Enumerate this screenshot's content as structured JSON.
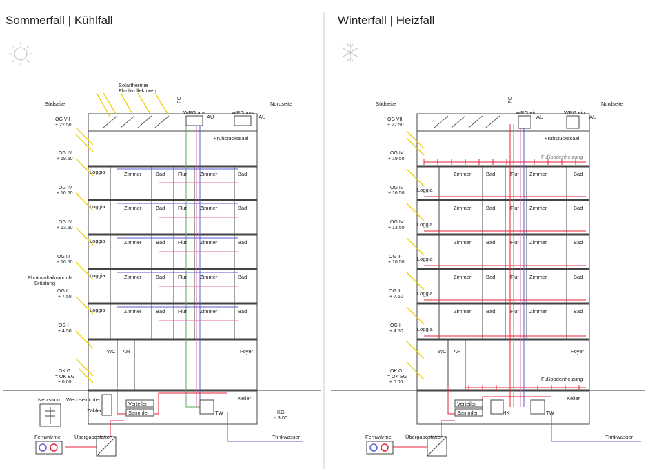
{
  "left": {
    "title": "Sommerfall | Kühlfall",
    "top_note": [
      "Solarthermie",
      "Flachkollektoren"
    ],
    "side_south": "Südseite",
    "side_north": "Nordseite",
    "fo": "FO",
    "wrg1": "WRG aus",
    "wrg2": "WRG aus",
    "au1": "AU",
    "au2": "AU",
    "breakfast": "Frühstückssaal",
    "pv": [
      "Photovoltaikmodule",
      "Brüstung"
    ],
    "foyer": "Foyer",
    "wc": "WC",
    "ar": "AR",
    "keller": "Keller",
    "verteiler": "Verteiler",
    "sammler": "Sammler",
    "tw": "TW",
    "netzstrom": "Netzstrom",
    "wechselrichter": "Wechselrichter",
    "zaehler": "Zähler",
    "kg": [
      "KG",
      "- 3.00"
    ],
    "fernwaerme": "Fernwärme",
    "uebergabe": "Übergabestation",
    "trinkwasser": "Trinkwasser"
  },
  "right": {
    "title": "Winterfall | Heizfall",
    "side_south": "Südseite",
    "side_north": "Nordseite",
    "fo": "FO",
    "wrg1": "WRG ein",
    "wrg2": "WRG ein",
    "au1": "AU",
    "au2": "AU",
    "breakfast": "Frühstückssaal",
    "floor_heating_top": "Fußbodenheizung",
    "floor_heating_ground": "Fußbodenheizung",
    "foyer": "Foyer",
    "wc": "WC",
    "ar": "AR",
    "keller": "Keller",
    "verteiler": "Verteiler",
    "sammler": "Sammler",
    "hk": "HK",
    "tw": "TW",
    "fernwaerme": "Fernwärme",
    "uebergabe": "Übergabestation",
    "trinkwasser": "Trinkwasser"
  },
  "levels": [
    {
      "name": "OG VII",
      "elev": "+ 22.50"
    },
    {
      "name": "OG IV",
      "elev": "+ 19.50"
    },
    {
      "name": "OG IV",
      "elev": "+ 16.50"
    },
    {
      "name": "OG IV",
      "elev": "+ 13.50"
    },
    {
      "name": "OG III",
      "elev": "+ 10.50"
    },
    {
      "name": "OG II",
      "elev": "+ 7.50"
    },
    {
      "name": "OG I",
      "elev": "+ 4.50"
    },
    {
      "name": "OK G",
      "elev": "= OK EG"
    },
    {
      "name": "",
      "elev": "± 0.00"
    }
  ],
  "left_rooms": {
    "loggia": "Loggia",
    "zimmer": "Zimmer",
    "bad": "Bad",
    "flur": "Flur"
  },
  "right_rooms": {
    "loggia": "Loggia",
    "zimmer": "Zimmer",
    "bad": "Bad",
    "flur": "Flur"
  },
  "colors": {
    "sun": "#f2d000",
    "supply_air": "#c8d84a",
    "heat": "#e8223a",
    "cold_water": "#5b5bd6",
    "green": "#5aa85a",
    "pink": "#e46aa8",
    "structure": "#333333"
  }
}
